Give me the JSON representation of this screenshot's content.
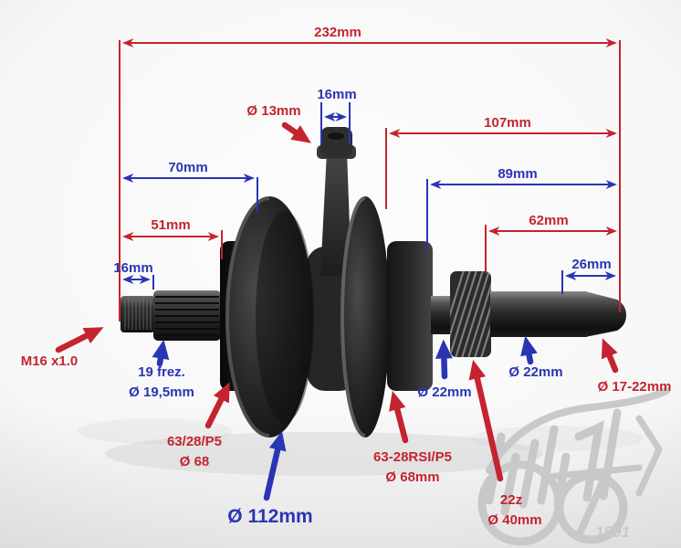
{
  "colors": {
    "red": "#c4242f",
    "blue": "#2a35b4",
    "watermark": "#c7c7c7",
    "background": "#fbfbfb"
  },
  "dimensions": {
    "overall_length": "232mm",
    "rod_small_end_width": "16mm",
    "rod_small_end_bore": "Ø 13mm",
    "right_section_107": "107mm",
    "left_section_70": "70mm",
    "right_section_89": "89mm",
    "left_section_51": "51mm",
    "right_section_62": "62mm",
    "left_spline_16": "16mm",
    "right_tip_26": "26mm"
  },
  "callouts": {
    "thread": "M16 x1.0",
    "spline": {
      "line1": "19 frez.",
      "line2": "Ø 19,5mm"
    },
    "left_bearing": {
      "line1": "63/28/P5",
      "line2": "Ø 68"
    },
    "web_diameter": "Ø 112mm",
    "right_bearing": {
      "line1": "63-28RSI/P5",
      "line2": "Ø 68mm"
    },
    "shaft_left_of_gear": "Ø 22mm",
    "shaft_right_of_gear": "Ø 22mm",
    "gear": {
      "line1": "22z",
      "line2": "Ø 40mm"
    },
    "shaft_tip": "Ø 17-22mm"
  },
  "watermark": {
    "year": "1991"
  }
}
